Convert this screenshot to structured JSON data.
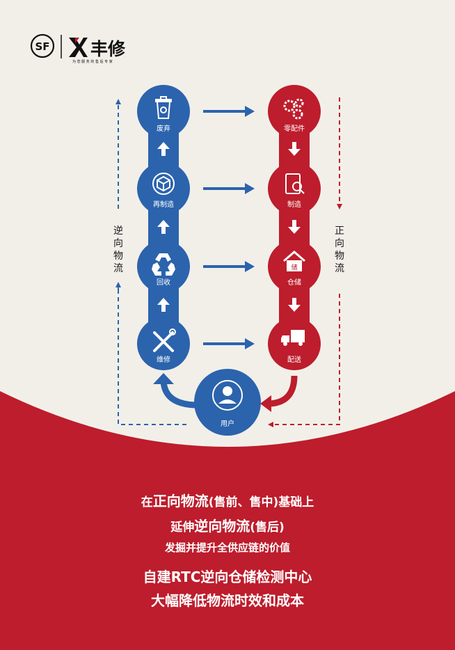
{
  "brand": {
    "sf_mark": "SF",
    "logo_name": "丰修",
    "logo_tagline": "为 您 服 务 的 售 后 专 家"
  },
  "colors": {
    "blue": "#2b63ad",
    "red": "#bd1d2c",
    "cream": "#f2efe9",
    "white": "#ffffff"
  },
  "nodes": {
    "discard": {
      "label": "废弃",
      "icon": "trash-bin-icon"
    },
    "remanufacture": {
      "label": "再制造",
      "icon": "box-icon"
    },
    "recycle": {
      "label": "回收",
      "icon": "recycle-icon"
    },
    "repair": {
      "label": "维修",
      "icon": "tools-icon"
    },
    "parts": {
      "label": "零配件",
      "icon": "gears-icon"
    },
    "manufacture": {
      "label": "制造",
      "icon": "tablet-search-icon"
    },
    "storage": {
      "label": "仓储",
      "icon": "warehouse-icon",
      "badge": "储"
    },
    "delivery": {
      "label": "配送",
      "icon": "truck-icon"
    },
    "user": {
      "label": "用户",
      "icon": "user-icon"
    }
  },
  "side_labels": {
    "reverse": "逆向物流",
    "forward": "正向物流"
  },
  "slogans": {
    "line1_pre": "在",
    "line1_em": "正向物流",
    "line1_post": "(售前、售中)基础上",
    "line2_pre": "延伸",
    "line2_em": "逆向物流",
    "line2_post": "(售后)",
    "line3": "发掘并提升全供应链的价值",
    "line4": "自建RTC逆向仓储检测中心",
    "line5": "大幅降低物流时效和成本"
  }
}
